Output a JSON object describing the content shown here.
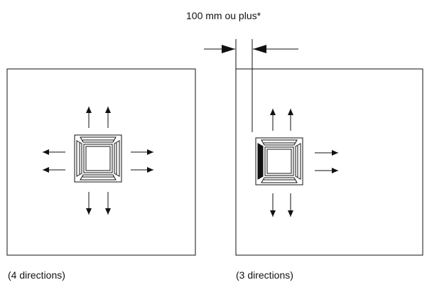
{
  "dimension": {
    "label": "100 mm ou plus*"
  },
  "panels": [
    {
      "caption": "(4 directions)",
      "air_outlets": 4
    },
    {
      "caption": "(3 directions)",
      "air_outlets": 3,
      "blocked_side": "left"
    }
  ],
  "colors": {
    "line": "#111111",
    "background": "#ffffff"
  }
}
